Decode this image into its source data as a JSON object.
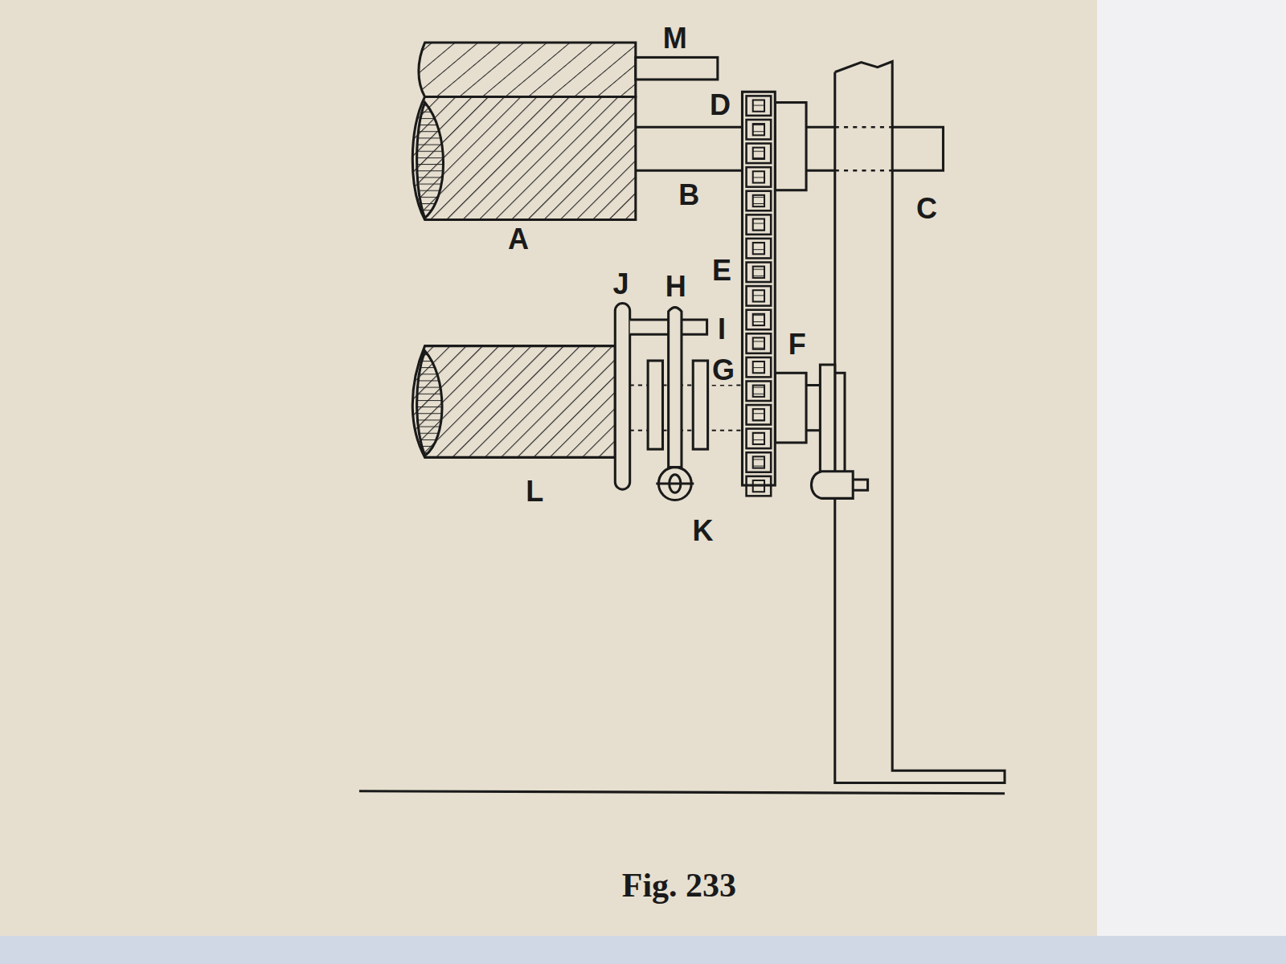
{
  "diagram": {
    "caption": "Fig. 233",
    "labels": [
      "M",
      "D",
      "B",
      "C",
      "A",
      "J",
      "H",
      "E",
      "I",
      "F",
      "G",
      "L",
      "K"
    ]
  }
}
